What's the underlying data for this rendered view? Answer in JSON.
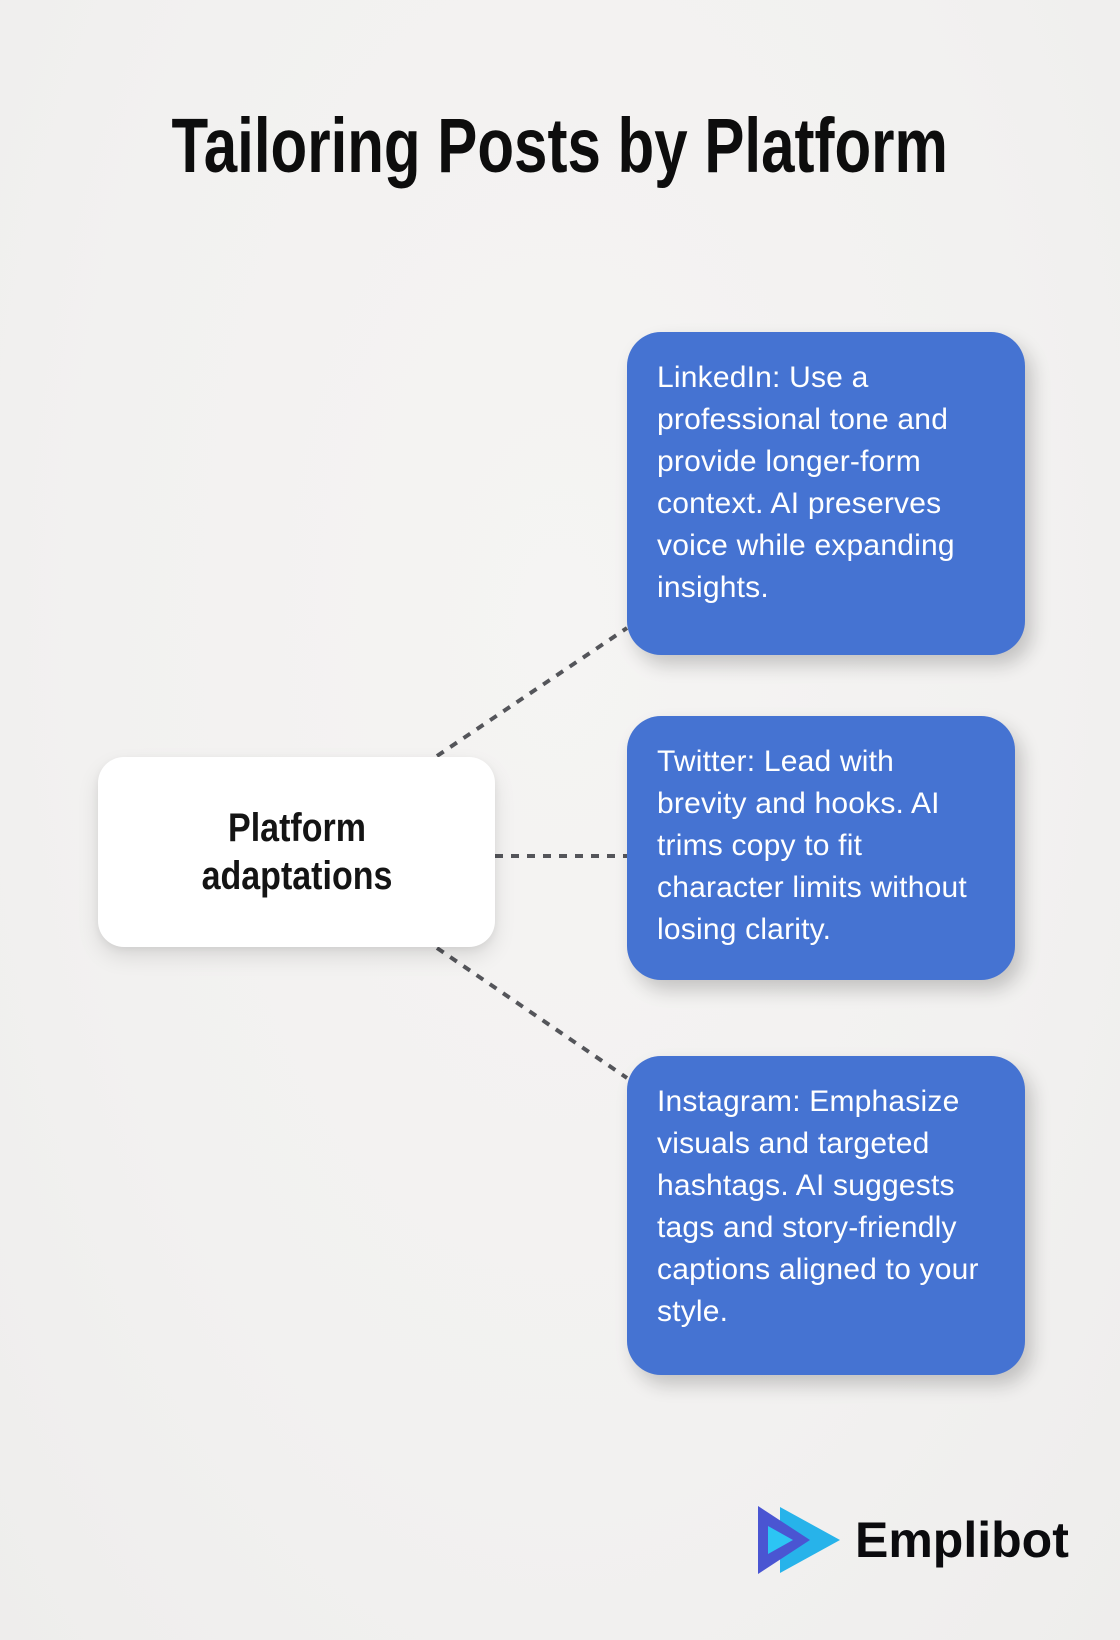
{
  "title": "Tailoring Posts by Platform",
  "center_node": {
    "label": "Platform adaptations"
  },
  "branches": [
    {
      "id": "linkedin",
      "text": "LinkedIn: Use a professional tone and provide longer-form context. AI preserves voice while expanding insights."
    },
    {
      "id": "twitter",
      "text": "Twitter: Lead with brevity and hooks. AI trims copy to fit character limits without losing clarity."
    },
    {
      "id": "instagram",
      "text": "Instagram: Emphasize visuals and targeted hashtags. AI suggests tags and story-friendly captions aligned to your style."
    }
  ],
  "footer": {
    "brand": "Emplibot"
  },
  "colors": {
    "background": "#f2f1f0",
    "title_text": "#0d0d0d",
    "box_blue": "#4573d2",
    "box_text": "#ffffff",
    "node_bg": "#ffffff",
    "node_text": "#141414",
    "connector_gray": "#54555a",
    "logo_indigo": "#4a55d2",
    "logo_cyan": "#27b3ea",
    "logo_cyan_bright": "#2cc5f4"
  }
}
